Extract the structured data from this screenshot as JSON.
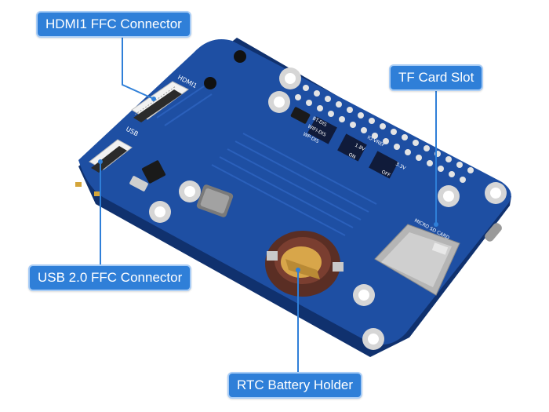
{
  "callouts": {
    "hdmi": "HDMI1 FFC Connector",
    "tf": "TF Card Slot",
    "usb": "USB 2.0 FFC Connector",
    "rtc": "RTC Battery Holder"
  },
  "board_silkscreen": {
    "hdmi": "HDMI1",
    "usb": "USB",
    "micro_sd": "MICRO SD CARD",
    "bt_dis": "BT-DIS",
    "wifi_dis": "WIFI-DIS",
    "wp_dis": "WP-DIS",
    "io_vref": "IO-VREF",
    "v18": "1.8V",
    "v33": "3.3V",
    "on": "ON",
    "off": "OFF"
  },
  "colors": {
    "callout_fill": "#2f7fd8",
    "callout_border": "#a9cdf6",
    "leader_line": "#2f7fd8",
    "pcb_blue": "#1e4fa3"
  }
}
